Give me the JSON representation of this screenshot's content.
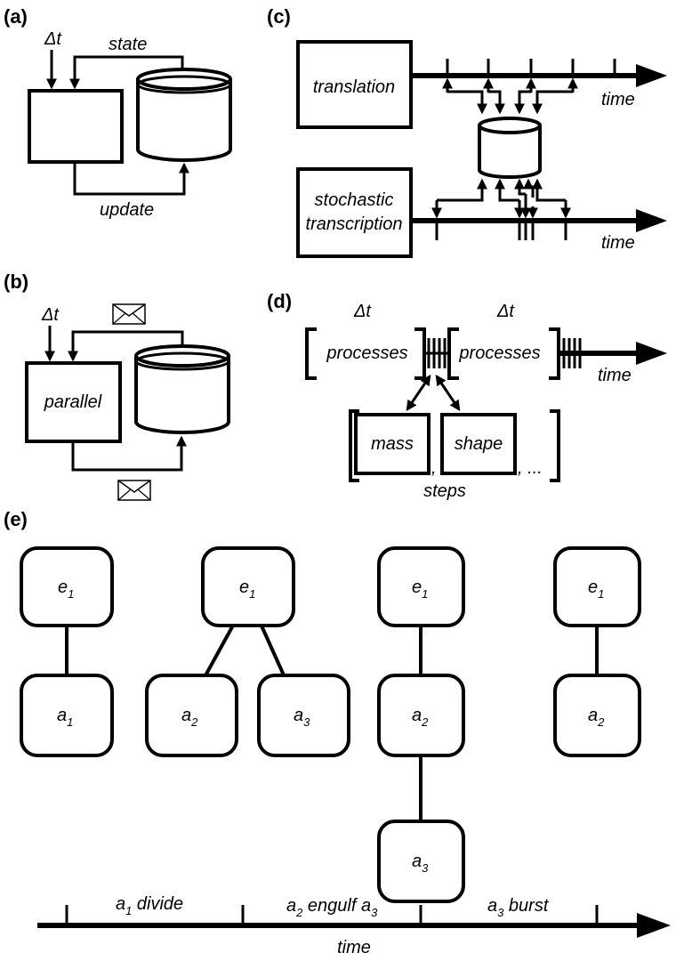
{
  "panels": {
    "a": {
      "label": "(a)",
      "dt": "Δt",
      "state": "state",
      "update": "update"
    },
    "b": {
      "label": "(b)",
      "dt": "Δt",
      "process": "parallel"
    },
    "c": {
      "label": "(c)",
      "translation": "translation",
      "transcription_line1": "stochastic",
      "transcription_line2": "transcription",
      "time_top": "time",
      "time_bottom": "time"
    },
    "d": {
      "label": "(d)",
      "dt1": "Δt",
      "dt2": "Δt",
      "processes1": "processes",
      "processes2": "processes",
      "time": "time",
      "step1": "mass",
      "step2": "shape",
      "comma1": ",",
      "comma2": ", ...",
      "steps": "steps"
    },
    "e": {
      "label": "(e)",
      "groups": [
        {
          "e": "e",
          "e_sub": "1",
          "a1": "a",
          "a1_sub": "1"
        },
        {
          "e": "e",
          "e_sub": "1",
          "a1": "a",
          "a1_sub": "2",
          "a2": "a",
          "a2_sub": "3"
        },
        {
          "e": "e",
          "e_sub": "1",
          "a1": "a",
          "a1_sub": "2",
          "a2": "a",
          "a2_sub": "3"
        },
        {
          "e": "e",
          "e_sub": "1",
          "a1": "a",
          "a1_sub": "2"
        }
      ],
      "events": [
        {
          "pre": "a",
          "sub": "1",
          "post": " divide"
        },
        {
          "pre": "a",
          "sub": "2",
          "post": " engulf a",
          "sub2": "3"
        },
        {
          "pre": "a",
          "sub": "3",
          "post": " burst"
        }
      ],
      "time": "time"
    }
  }
}
